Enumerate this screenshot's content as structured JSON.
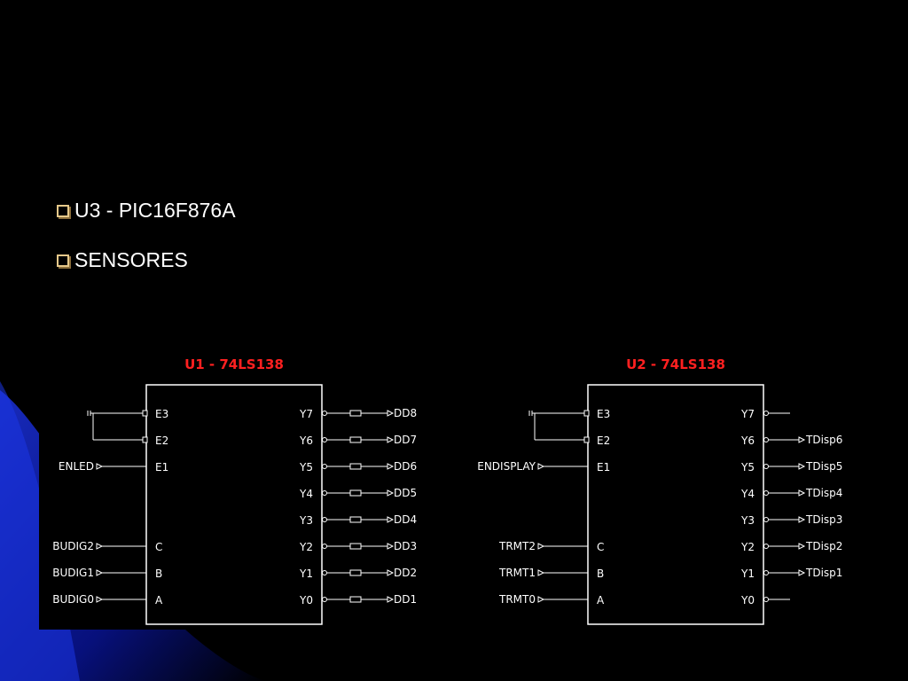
{
  "bullets": [
    "U3 - PIC16F876A",
    "SENSORES"
  ],
  "colors": {
    "background": "#000000",
    "title": "#ff2020",
    "wire": "#ffffff",
    "bullet_box": "#e6c88a",
    "bg_blue": "#0a1aa0"
  },
  "u1": {
    "title": "U1 - 74LS138",
    "left_pins": [
      "E3",
      "E2",
      "E1",
      "C",
      "B",
      "A"
    ],
    "right_pins": [
      "Y7",
      "Y6",
      "Y5",
      "Y4",
      "Y3",
      "Y2",
      "Y1",
      "Y0"
    ],
    "inputs": {
      "E1": "ENLED",
      "C": "BUDIG2",
      "B": "BUDIG1",
      "A": "BUDIG0"
    },
    "outputs": [
      "DD8",
      "DD7",
      "DD6",
      "DD5",
      "DD4",
      "DD3",
      "DD2",
      "DD1"
    ]
  },
  "u2": {
    "title": "U2 - 74LS138",
    "left_pins": [
      "E3",
      "E2",
      "E1",
      "C",
      "B",
      "A"
    ],
    "right_pins": [
      "Y7",
      "Y6",
      "Y5",
      "Y4",
      "Y3",
      "Y2",
      "Y1",
      "Y0"
    ],
    "inputs": {
      "E1": "ENDISPLAY",
      "C": "TRMT2",
      "B": "TRMT1",
      "A": "TRMT0"
    },
    "outputs": [
      "",
      "TDisp6",
      "TDisp5",
      "TDisp4",
      "TDisp3",
      "TDisp2",
      "TDisp1",
      ""
    ]
  }
}
